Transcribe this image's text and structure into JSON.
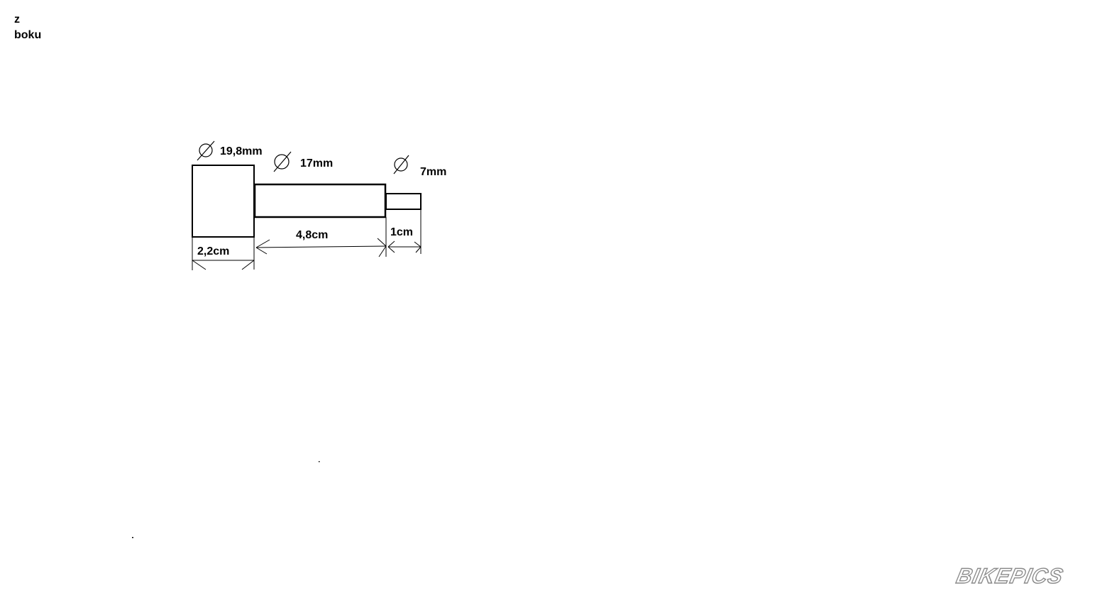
{
  "view_label": {
    "line1": "z",
    "line2": "boku"
  },
  "diameters": [
    {
      "symbol": "diameter-symbol",
      "value": "19,8mm"
    },
    {
      "symbol": "diameter-symbol",
      "value": "17mm"
    },
    {
      "symbol": "diameter-symbol",
      "value": "7mm"
    }
  ],
  "lengths": [
    {
      "value": "2,2cm"
    },
    {
      "value": "4,8cm"
    },
    {
      "value": "1cm"
    }
  ],
  "watermark": {
    "text": "BIKEPICS",
    "color": "#8a8a8a"
  },
  "colors": {
    "line": "#000000",
    "background": "#ffffff"
  }
}
